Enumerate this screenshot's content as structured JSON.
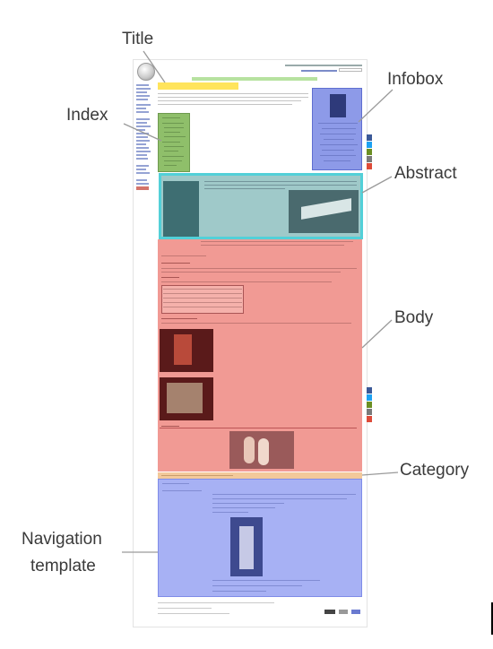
{
  "labels": {
    "title": "Title",
    "infobox": "Infobox",
    "index": "Index",
    "abstract": "Abstract",
    "body": "Body",
    "category": "Category",
    "navigation_line1": "Navigation",
    "navigation_line2": "template"
  },
  "colors": {
    "title": "#ffe45c",
    "index": "#8fbf6a",
    "infobox": "#8d9ae8",
    "abstract_fill": "#9fc9c9",
    "abstract_border": "#52d0d8",
    "body": "#f19a94",
    "category": "#f3c99a",
    "navigation_template": "#a7b1f4"
  }
}
